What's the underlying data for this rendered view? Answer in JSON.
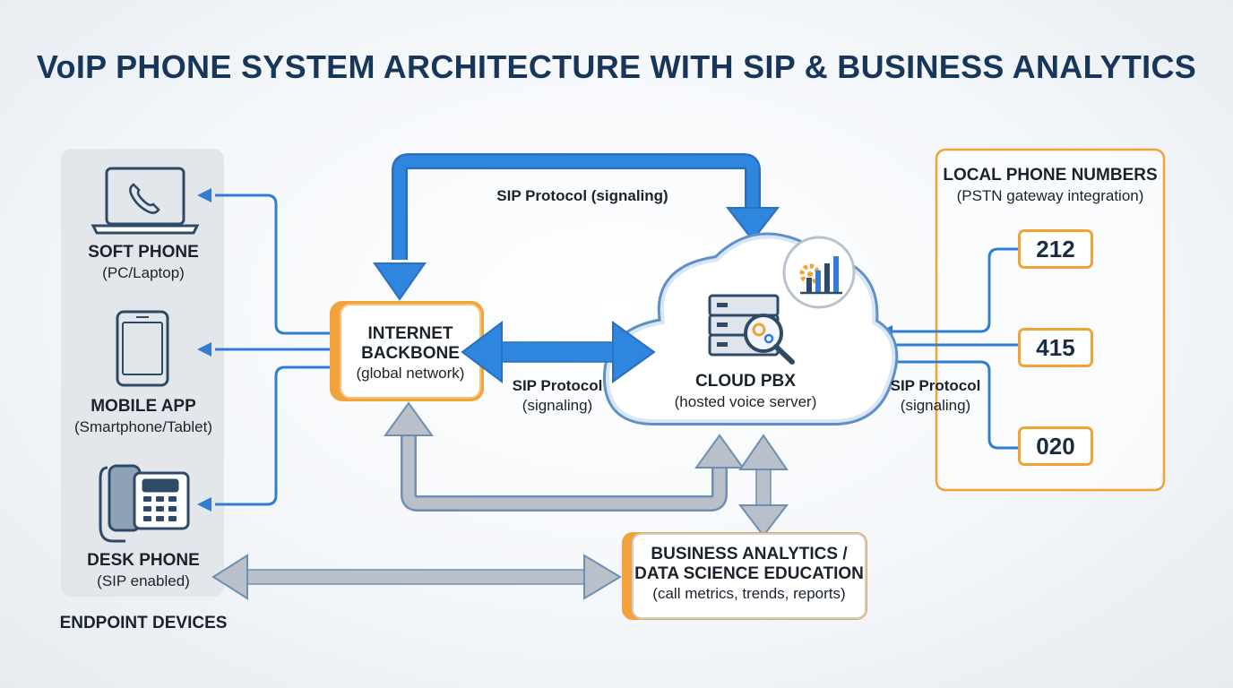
{
  "title": "VoIP PHONE SYSTEM ARCHITECTURE WITH SIP & BUSINESS ANALYTICS",
  "endpoints": {
    "group_label": "ENDPOINT DEVICES",
    "soft_phone": {
      "name": "SOFT PHONE",
      "desc": "(PC/Laptop)",
      "icon": "laptop-phone-icon"
    },
    "mobile_app": {
      "name": "MOBILE APP",
      "desc": "(Smartphone/Tablet)",
      "icon": "smartphone-icon"
    },
    "desk_phone": {
      "name": "DESK PHONE",
      "desc": "(SIP enabled)",
      "icon": "desk-phone-icon"
    }
  },
  "backbone": {
    "name": "INTERNET",
    "name2": "BACKBONE",
    "desc": "(global network)"
  },
  "cloud": {
    "name": "CLOUD PBX",
    "desc": "(hosted voice server)",
    "icon": "server-gear-icon",
    "badge_icon": "analytics-gear-icon"
  },
  "protocols": {
    "top": "SIP Protocol (signaling)",
    "middle_main": "SIP Protocol",
    "middle_sub": "(signaling)",
    "right_main": "SIP Protocol",
    "right_sub": "(signaling)"
  },
  "local_numbers": {
    "title": "LOCAL PHONE NUMBERS",
    "desc": "(PSTN gateway integration)",
    "numbers": [
      "212",
      "415",
      "020"
    ]
  },
  "analytics": {
    "line1": "BUSINESS ANALYTICS /",
    "line2": "DATA SCIENCE EDUCATION",
    "desc": "(call metrics, trends, reports)"
  },
  "colors": {
    "blue": "#2a7bd0",
    "orange": "#f2a233",
    "gray_arrow": "#b4bcc6",
    "title": "#17365a"
  }
}
